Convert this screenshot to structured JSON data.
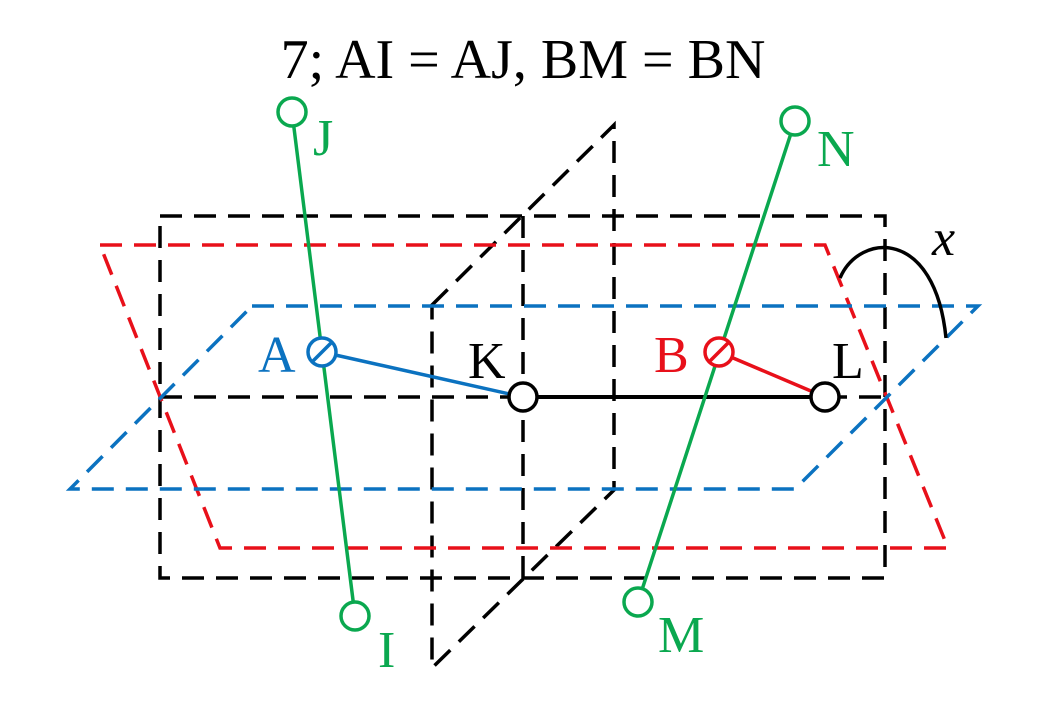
{
  "title": "7; AI = AJ, BM = BN",
  "points": {
    "A": "A",
    "B": "B",
    "K": "K",
    "L": "L",
    "I": "I",
    "J": "J",
    "M": "M",
    "N": "N"
  },
  "angle_label": "x",
  "colors": {
    "black": "#000000",
    "red": "#e8101a",
    "blue": "#0b72c0",
    "green": "#0aa84f"
  }
}
